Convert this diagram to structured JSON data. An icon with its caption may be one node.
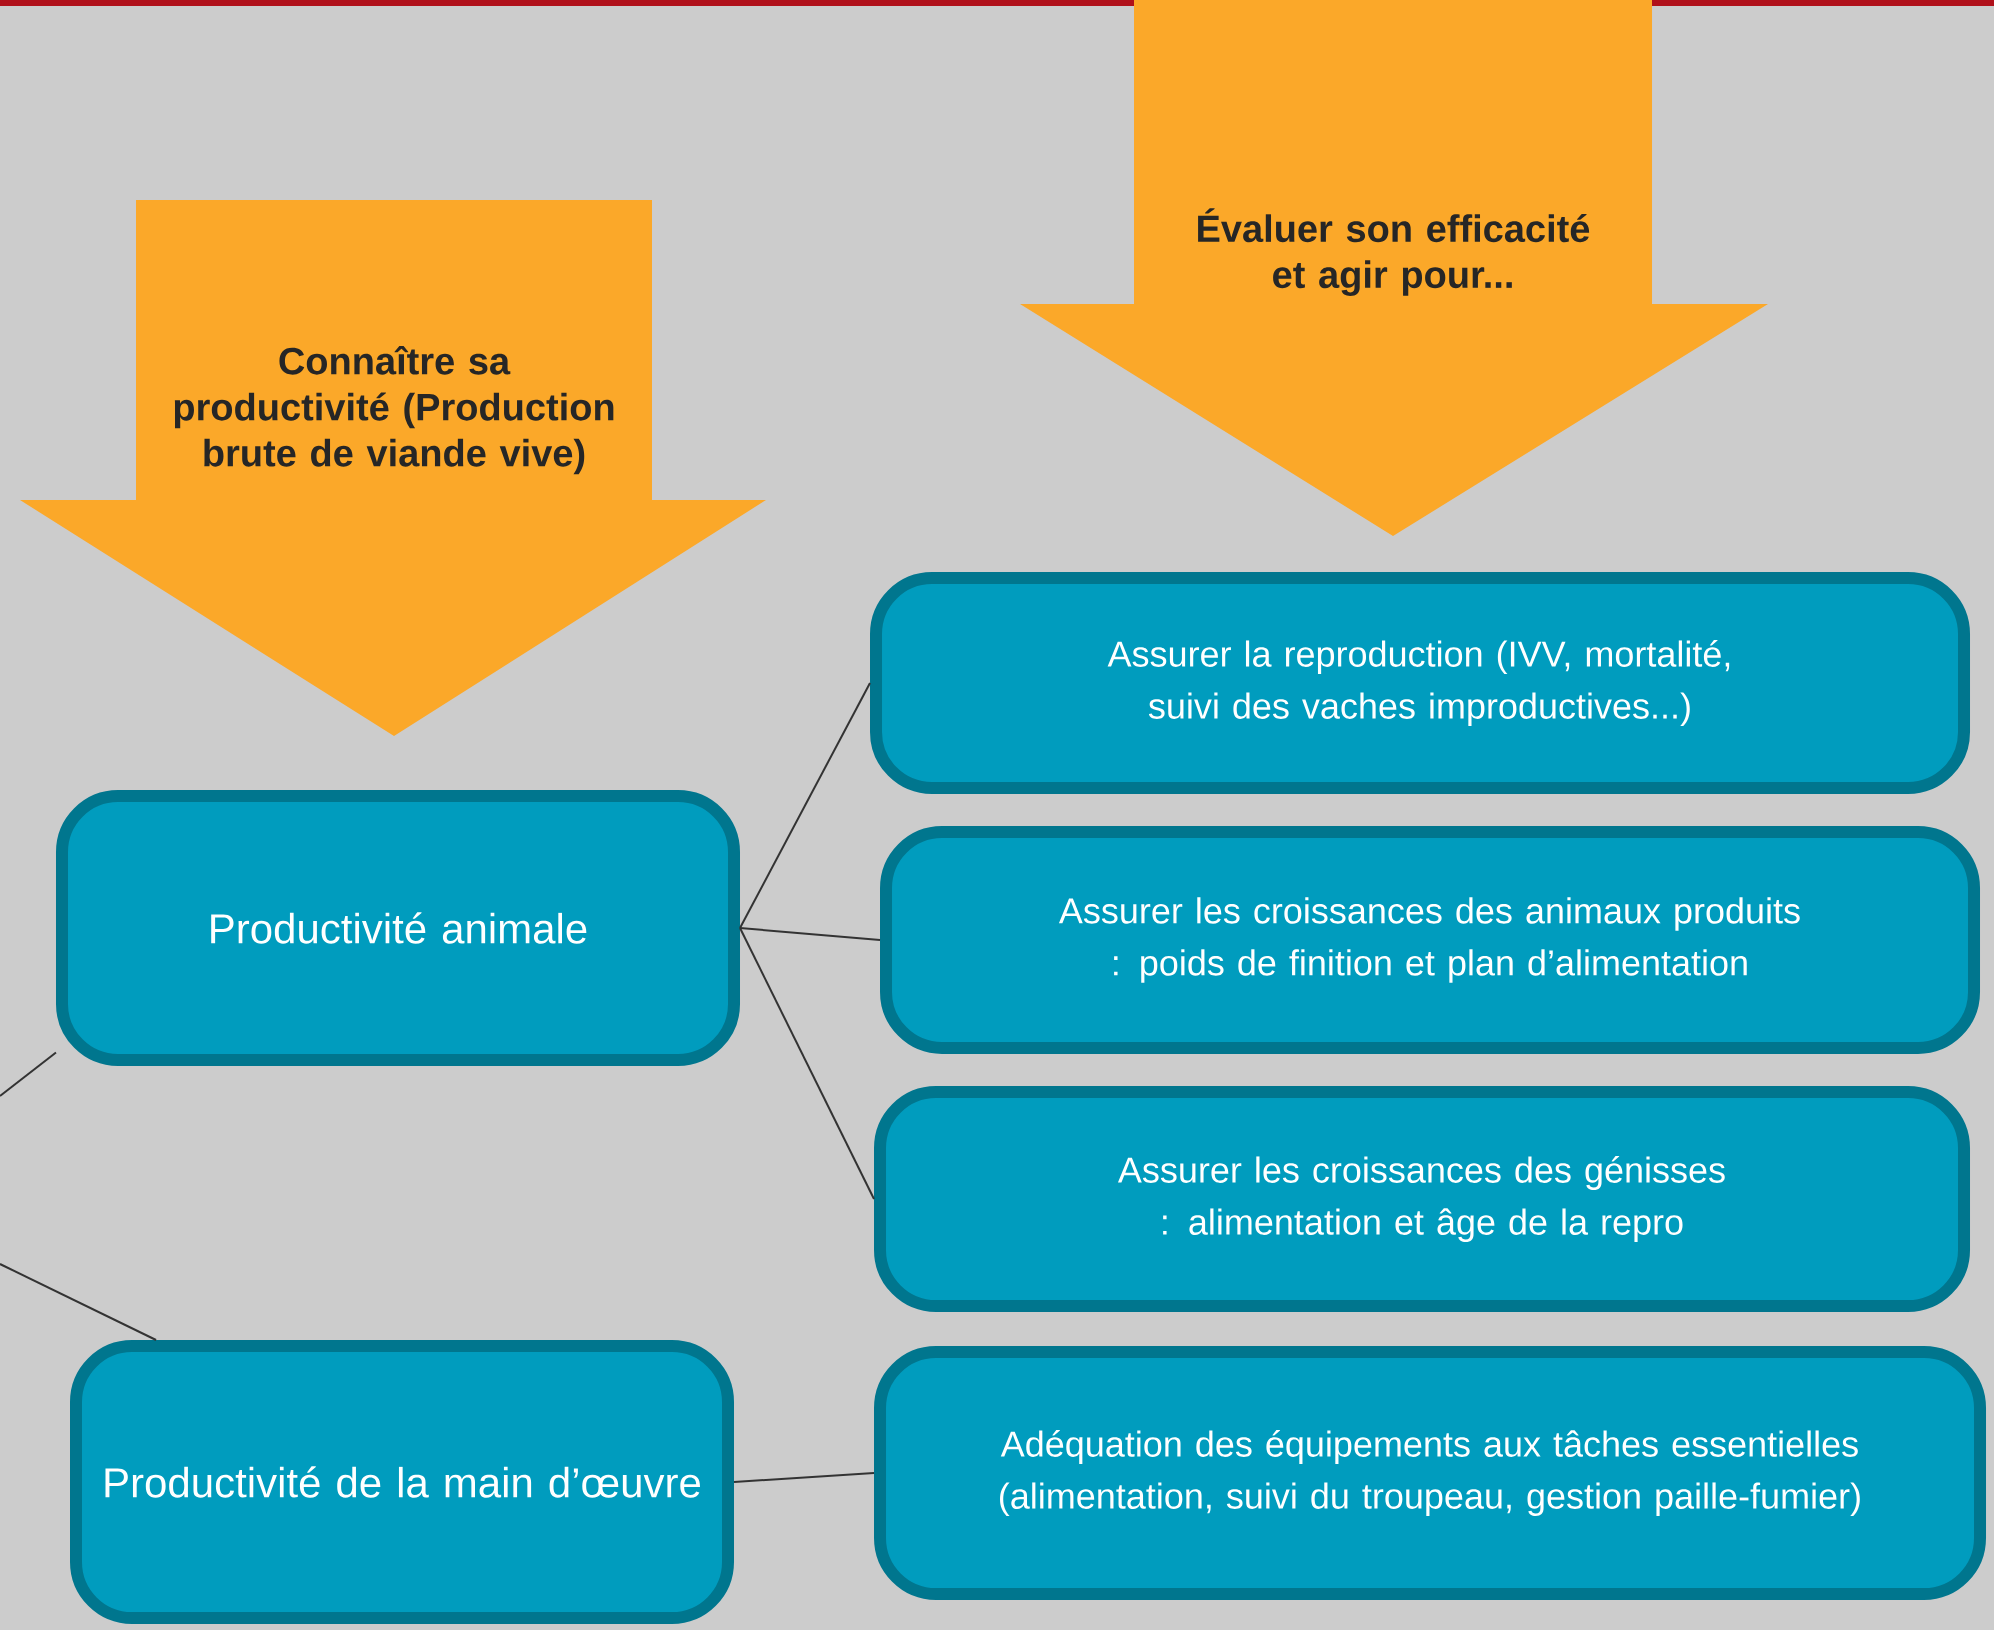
{
  "diagram": {
    "nodes": [
      {
        "text": [
          "Connaître sa productivité (Production brute de viande vive)"
        ]
      },
      {
        "text": [
          "Évaluer son efficacité et agir pour..."
        ]
      },
      {
        "text": [
          "Productivité animale"
        ]
      },
      {
        "text": [
          "Productivité de la main d’œuvre"
        ]
      },
      {
        "text": [
          "Assurer la reproduction (IVV, mortalité, suivi des vaches improductives...)"
        ]
      },
      {
        "text": [
          "Assurer les croissances des animaux produits : poids de finition et plan d’alimentation"
        ]
      },
      {
        "text": [
          "Assurer les croissances des génisses : alimentation et âge de la repro"
        ]
      },
      {
        "text": [
          "Adéquation des équipements aux tâches essentielles (alimentation, suivi du troupeau, gestion paille-fumier)"
        ]
      }
    ],
    "edges": [
      {
        "from": 2,
        "to": 4,
        "arrow": "none"
      },
      {
        "from": 2,
        "to": 5,
        "arrow": "none"
      },
      {
        "from": 2,
        "to": 6,
        "arrow": "none"
      },
      {
        "from": 3,
        "to": 7,
        "arrow": "none"
      },
      {
        "from": null,
        "to": 2,
        "arrow": "none"
      },
      {
        "from": null,
        "to": 3,
        "arrow": "none"
      }
    ]
  }
}
